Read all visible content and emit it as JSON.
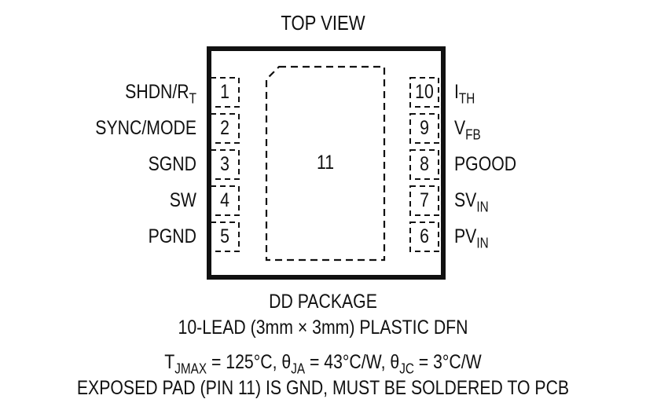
{
  "title": "TOP VIEW",
  "package": {
    "exposed_pad_label": "11",
    "left_pins": [
      {
        "number": "1",
        "name": "SHDN/R",
        "sub": "T"
      },
      {
        "number": "2",
        "name": "SYNC/MODE",
        "sub": ""
      },
      {
        "number": "3",
        "name": "SGND",
        "sub": ""
      },
      {
        "number": "4",
        "name": "SW",
        "sub": ""
      },
      {
        "number": "5",
        "name": "PGND",
        "sub": ""
      }
    ],
    "right_pins": [
      {
        "number": "10",
        "name": "I",
        "sub": "TH"
      },
      {
        "number": "9",
        "name": "V",
        "sub": "FB"
      },
      {
        "number": "8",
        "name": "PGOOD",
        "sub": ""
      },
      {
        "number": "7",
        "name": "SV",
        "sub": "IN"
      },
      {
        "number": "6",
        "name": "PV",
        "sub": "IN"
      }
    ]
  },
  "footer": {
    "line1": "DD PACKAGE",
    "line2": "10-LEAD (3mm × 3mm) PLASTIC DFN",
    "thermal": {
      "t_sym": "T",
      "t_sub": "JMAX",
      "t_val": " = 125°C, ",
      "ja_sym": "θ",
      "ja_sub": "JA",
      "ja_val": " = 43°C/W, ",
      "jc_sym": "θ",
      "jc_sub": "JC",
      "jc_val": " = 3°C/W"
    },
    "line4": "EXPOSED PAD (PIN 11) IS GND, MUST BE SOLDERED TO PCB"
  }
}
